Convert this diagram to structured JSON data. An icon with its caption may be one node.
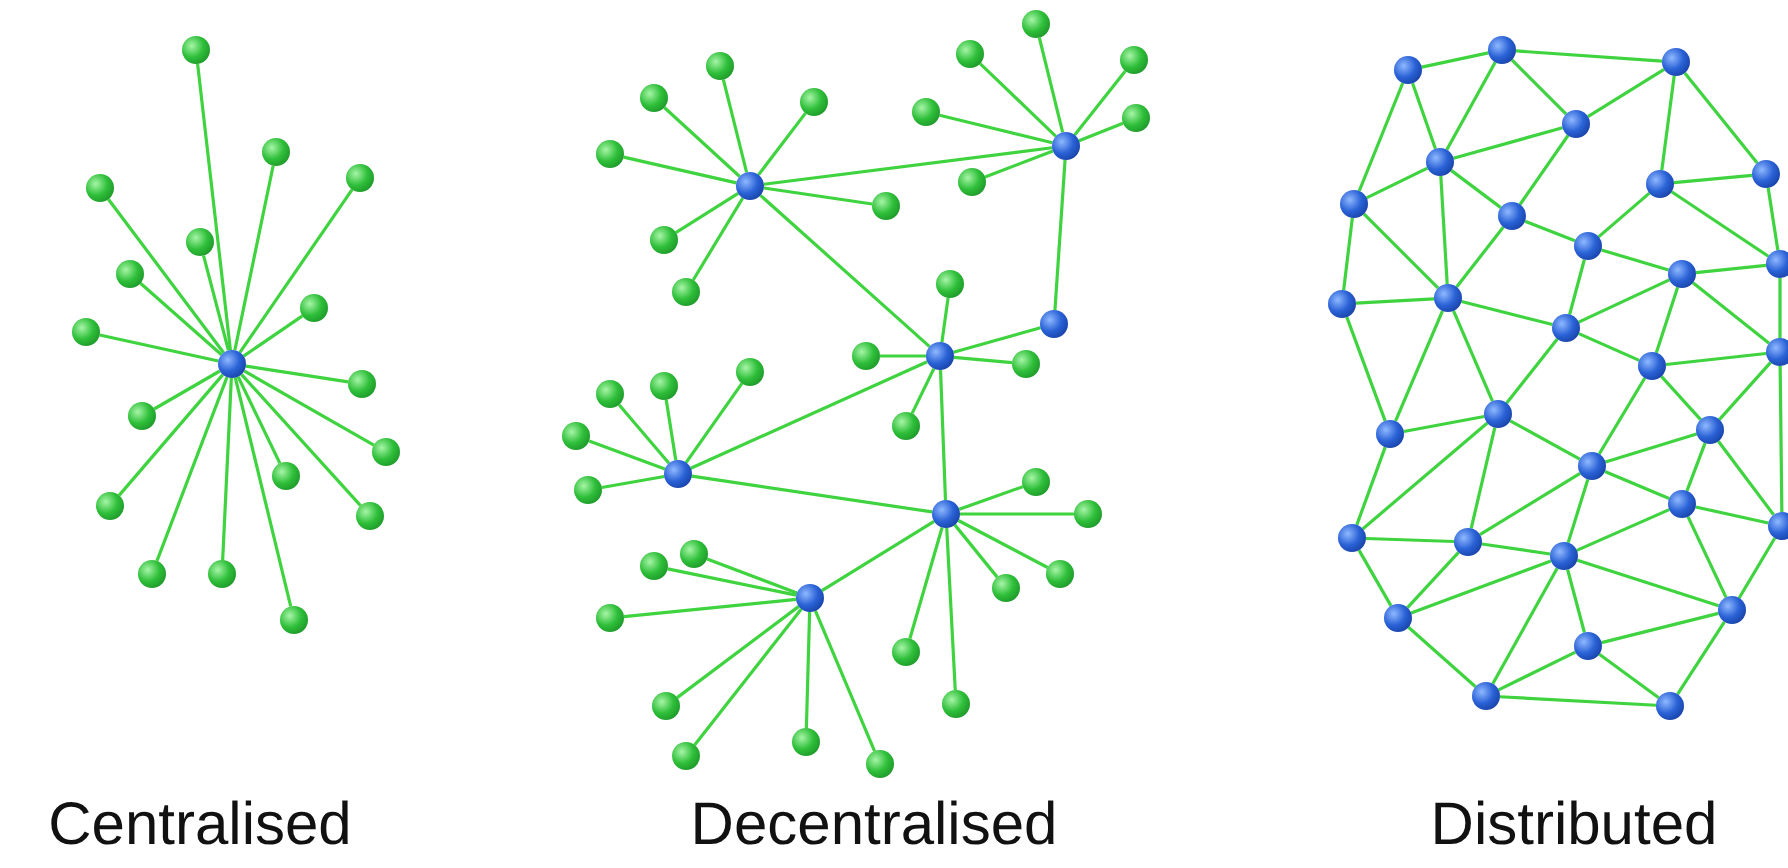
{
  "diagram": {
    "nodes": [
      {
        "text": [],
        "shape": "circle"
      },
      {
        "text": [],
        "shape": "circle"
      },
      {
        "text": [],
        "shape": "circle"
      },
      {
        "text": [],
        "shape": "circle"
      },
      {
        "text": [],
        "shape": "circle"
      },
      {
        "text": [],
        "shape": "circle"
      },
      {
        "text": [],
        "shape": "circle"
      },
      {
        "text": [],
        "shape": "circle"
      },
      {
        "text": [],
        "shape": "circle"
      },
      {
        "text": [],
        "shape": "circle"
      },
      {
        "text": [],
        "shape": "circle"
      },
      {
        "text": [],
        "shape": "circle"
      },
      {
        "text": [],
        "shape": "circle"
      },
      {
        "text": [],
        "shape": "circle"
      },
      {
        "text": [],
        "shape": "circle"
      },
      {
        "text": [],
        "shape": "circle"
      },
      {
        "text": [],
        "shape": "circle"
      },
      {
        "text": [],
        "shape": "circle"
      },
      {
        "text": [],
        "shape": "circle"
      },
      {
        "text": [],
        "shape": "circle"
      },
      {
        "text": [],
        "shape": "circle"
      },
      {
        "text": [],
        "shape": "circle"
      },
      {
        "text": [],
        "shape": "circle"
      },
      {
        "text": [],
        "shape": "circle"
      },
      {
        "text": [],
        "shape": "circle"
      },
      {
        "text": [],
        "shape": "circle"
      },
      {
        "text": [],
        "shape": "circle"
      },
      {
        "text": [],
        "shape": "circle"
      },
      {
        "text": [],
        "shape": "circle"
      },
      {
        "text": [],
        "shape": "circle"
      },
      {
        "text": [],
        "shape": "circle"
      },
      {
        "text": [],
        "shape": "circle"
      },
      {
        "text": [],
        "shape": "circle"
      },
      {
        "text": [],
        "shape": "circle"
      },
      {
        "text": [],
        "shape": "circle"
      },
      {
        "text": [],
        "shape": "circle"
      },
      {
        "text": [],
        "shape": "circle"
      },
      {
        "text": [],
        "shape": "circle"
      },
      {
        "text": [],
        "shape": "circle"
      },
      {
        "text": [],
        "shape": "circle"
      },
      {
        "text": [],
        "shape": "circle"
      },
      {
        "text": [],
        "shape": "circle"
      },
      {
        "text": [],
        "shape": "circle"
      },
      {
        "text": [],
        "shape": "circle"
      },
      {
        "text": [],
        "shape": "circle"
      },
      {
        "text": [],
        "shape": "circle"
      },
      {
        "text": [],
        "shape": "circle"
      },
      {
        "text": [],
        "shape": "circle"
      },
      {
        "text": [],
        "shape": "circle"
      },
      {
        "text": [],
        "shape": "circle"
      },
      {
        "text": [],
        "shape": "circle"
      },
      {
        "text": [],
        "shape": "circle"
      },
      {
        "text": [],
        "shape": "circle"
      },
      {
        "text": [],
        "shape": "circle"
      },
      {
        "text": [],
        "shape": "circle"
      },
      {
        "text": [],
        "shape": "circle"
      },
      {
        "text": [],
        "shape": "circle"
      },
      {
        "text": [],
        "shape": "circle"
      },
      {
        "text": [],
        "shape": "circle"
      },
      {
        "text": [],
        "shape": "circle"
      },
      {
        "text": [],
        "shape": "circle"
      },
      {
        "text": [],
        "shape": "circle"
      },
      {
        "text": [],
        "shape": "circle"
      },
      {
        "text": [],
        "shape": "circle"
      },
      {
        "text": [],
        "shape": "circle"
      },
      {
        "text": [],
        "shape": "circle"
      },
      {
        "text": [],
        "shape": "circle"
      },
      {
        "text": [],
        "shape": "circle"
      },
      {
        "text": [],
        "shape": "circle"
      },
      {
        "text": [],
        "shape": "circle"
      },
      {
        "text": [],
        "shape": "circle"
      },
      {
        "text": [],
        "shape": "circle"
      },
      {
        "text": [],
        "shape": "circle"
      },
      {
        "text": [],
        "shape": "circle"
      },
      {
        "text": [],
        "shape": "circle"
      },
      {
        "text": [],
        "shape": "circle"
      },
      {
        "text": [],
        "shape": "circle"
      },
      {
        "text": [],
        "shape": "circle"
      },
      {
        "text": [],
        "shape": "circle"
      },
      {
        "text": [],
        "shape": "circle"
      },
      {
        "text": [],
        "shape": "circle"
      },
      {
        "text": [],
        "shape": "circle"
      },
      {
        "text": [],
        "shape": "circle"
      },
      {
        "text": [],
        "shape": "circle"
      },
      {
        "text": [],
        "shape": "circle"
      },
      {
        "text": [],
        "shape": "circle"
      },
      {
        "text": [],
        "shape": "circle"
      },
      {
        "text": [],
        "shape": "circle"
      },
      {
        "text": [],
        "shape": "circle"
      },
      {
        "text": [],
        "shape": "circle"
      },
      {
        "text": [],
        "shape": "circle"
      }
    ],
    "edges": [
      {
        "from": 0,
        "to": 1,
        "arrow": "none"
      },
      {
        "from": 0,
        "to": 2,
        "arrow": "none"
      },
      {
        "from": 0,
        "to": 3,
        "arrow": "none"
      },
      {
        "from": 0,
        "to": 4,
        "arrow": "none"
      },
      {
        "from": 0,
        "to": 5,
        "arrow": "none"
      },
      {
        "from": 0,
        "to": 6,
        "arrow": "none"
      },
      {
        "from": 0,
        "to": 7,
        "arrow": "none"
      },
      {
        "from": 0,
        "to": 8,
        "arrow": "none"
      },
      {
        "from": 0,
        "to": 9,
        "arrow": "none"
      },
      {
        "from": 0,
        "to": 10,
        "arrow": "none"
      },
      {
        "from": 0,
        "to": 11,
        "arrow": "none"
      },
      {
        "from": 0,
        "to": 12,
        "arrow": "none"
      },
      {
        "from": 0,
        "to": 13,
        "arrow": "none"
      },
      {
        "from": 0,
        "to": 14,
        "arrow": "none"
      },
      {
        "from": 0,
        "to": 15,
        "arrow": "none"
      },
      {
        "from": 0,
        "to": 16,
        "arrow": "none"
      },
      {
        "from": 0,
        "to": 17,
        "arrow": "none"
      },
      {
        "from": 18,
        "to": 19,
        "arrow": "none"
      },
      {
        "from": 18,
        "to": 20,
        "arrow": "none"
      },
      {
        "from": 18,
        "to": 21,
        "arrow": "none"
      },
      {
        "from": 18,
        "to": 22,
        "arrow": "none"
      },
      {
        "from": 18,
        "to": 23,
        "arrow": "none"
      },
      {
        "from": 18,
        "to": 24,
        "arrow": "none"
      },
      {
        "from": 18,
        "to": 25,
        "arrow": "none"
      },
      {
        "from": 26,
        "to": 27,
        "arrow": "none"
      },
      {
        "from": 26,
        "to": 28,
        "arrow": "none"
      },
      {
        "from": 26,
        "to": 29,
        "arrow": "none"
      },
      {
        "from": 26,
        "to": 30,
        "arrow": "none"
      },
      {
        "from": 26,
        "to": 31,
        "arrow": "none"
      },
      {
        "from": 26,
        "to": 32,
        "arrow": "none"
      },
      {
        "from": 34,
        "to": 35,
        "arrow": "none"
      },
      {
        "from": 34,
        "to": 36,
        "arrow": "none"
      },
      {
        "from": 34,
        "to": 37,
        "arrow": "none"
      },
      {
        "from": 34,
        "to": 38,
        "arrow": "none"
      },
      {
        "from": 39,
        "to": 40,
        "arrow": "none"
      },
      {
        "from": 39,
        "to": 41,
        "arrow": "none"
      },
      {
        "from": 39,
        "to": 42,
        "arrow": "none"
      },
      {
        "from": 39,
        "to": 43,
        "arrow": "none"
      },
      {
        "from": 39,
        "to": 44,
        "arrow": "none"
      },
      {
        "from": 45,
        "to": 46,
        "arrow": "none"
      },
      {
        "from": 45,
        "to": 47,
        "arrow": "none"
      },
      {
        "from": 45,
        "to": 48,
        "arrow": "none"
      },
      {
        "from": 45,
        "to": 49,
        "arrow": "none"
      },
      {
        "from": 45,
        "to": 50,
        "arrow": "none"
      },
      {
        "from": 45,
        "to": 51,
        "arrow": "none"
      },
      {
        "from": 52,
        "to": 53,
        "arrow": "none"
      },
      {
        "from": 52,
        "to": 54,
        "arrow": "none"
      },
      {
        "from": 52,
        "to": 55,
        "arrow": "none"
      },
      {
        "from": 52,
        "to": 56,
        "arrow": "none"
      },
      {
        "from": 52,
        "to": 57,
        "arrow": "none"
      },
      {
        "from": 52,
        "to": 58,
        "arrow": "none"
      },
      {
        "from": 52,
        "to": 59,
        "arrow": "none"
      },
      {
        "from": 18,
        "to": 26,
        "arrow": "none"
      },
      {
        "from": 18,
        "to": 34,
        "arrow": "none"
      },
      {
        "from": 26,
        "to": 33,
        "arrow": "none"
      },
      {
        "from": 33,
        "to": 34,
        "arrow": "none"
      },
      {
        "from": 34,
        "to": 39,
        "arrow": "none"
      },
      {
        "from": 34,
        "to": 45,
        "arrow": "none"
      },
      {
        "from": 39,
        "to": 45,
        "arrow": "none"
      },
      {
        "from": 45,
        "to": 52,
        "arrow": "none"
      },
      {
        "from": 60,
        "to": 61,
        "arrow": "none"
      },
      {
        "from": 61,
        "to": 62,
        "arrow": "none"
      },
      {
        "from": 60,
        "to": 65,
        "arrow": "none"
      },
      {
        "from": 60,
        "to": 64,
        "arrow": "none"
      },
      {
        "from": 61,
        "to": 64,
        "arrow": "none"
      },
      {
        "from": 61,
        "to": 63,
        "arrow": "none"
      },
      {
        "from": 62,
        "to": 63,
        "arrow": "none"
      },
      {
        "from": 62,
        "to": 67,
        "arrow": "none"
      },
      {
        "from": 62,
        "to": 68,
        "arrow": "none"
      },
      {
        "from": 67,
        "to": 68,
        "arrow": "none"
      },
      {
        "from": 63,
        "to": 64,
        "arrow": "none"
      },
      {
        "from": 63,
        "to": 66,
        "arrow": "none"
      },
      {
        "from": 64,
        "to": 65,
        "arrow": "none"
      },
      {
        "from": 64,
        "to": 66,
        "arrow": "none"
      },
      {
        "from": 64,
        "to": 71,
        "arrow": "none"
      },
      {
        "from": 65,
        "to": 71,
        "arrow": "none"
      },
      {
        "from": 65,
        "to": 70,
        "arrow": "none"
      },
      {
        "from": 70,
        "to": 71,
        "arrow": "none"
      },
      {
        "from": 66,
        "to": 69,
        "arrow": "none"
      },
      {
        "from": 66,
        "to": 71,
        "arrow": "none"
      },
      {
        "from": 67,
        "to": 69,
        "arrow": "none"
      },
      {
        "from": 67,
        "to": 73,
        "arrow": "none"
      },
      {
        "from": 68,
        "to": 73,
        "arrow": "none"
      },
      {
        "from": 69,
        "to": 72,
        "arrow": "none"
      },
      {
        "from": 69,
        "to": 74,
        "arrow": "none"
      },
      {
        "from": 71,
        "to": 74,
        "arrow": "none"
      },
      {
        "from": 71,
        "to": 77,
        "arrow": "none"
      },
      {
        "from": 71,
        "to": 78,
        "arrow": "none"
      },
      {
        "from": 70,
        "to": 77,
        "arrow": "none"
      },
      {
        "from": 72,
        "to": 73,
        "arrow": "none"
      },
      {
        "from": 72,
        "to": 74,
        "arrow": "none"
      },
      {
        "from": 72,
        "to": 75,
        "arrow": "none"
      },
      {
        "from": 72,
        "to": 76,
        "arrow": "none"
      },
      {
        "from": 74,
        "to": 75,
        "arrow": "none"
      },
      {
        "from": 74,
        "to": 78,
        "arrow": "none"
      },
      {
        "from": 75,
        "to": 76,
        "arrow": "none"
      },
      {
        "from": 75,
        "to": 79,
        "arrow": "none"
      },
      {
        "from": 75,
        "to": 80,
        "arrow": "none"
      },
      {
        "from": 76,
        "to": 79,
        "arrow": "none"
      },
      {
        "from": 76,
        "to": 82,
        "arrow": "none"
      },
      {
        "from": 77,
        "to": 78,
        "arrow": "none"
      },
      {
        "from": 77,
        "to": 83,
        "arrow": "none"
      },
      {
        "from": 78,
        "to": 80,
        "arrow": "none"
      },
      {
        "from": 78,
        "to": 84,
        "arrow": "none"
      },
      {
        "from": 78,
        "to": 83,
        "arrow": "none"
      },
      {
        "from": 79,
        "to": 80,
        "arrow": "none"
      },
      {
        "from": 79,
        "to": 81,
        "arrow": "none"
      },
      {
        "from": 79,
        "to": 82,
        "arrow": "none"
      },
      {
        "from": 80,
        "to": 81,
        "arrow": "none"
      },
      {
        "from": 80,
        "to": 84,
        "arrow": "none"
      },
      {
        "from": 80,
        "to": 85,
        "arrow": "none"
      },
      {
        "from": 81,
        "to": 82,
        "arrow": "none"
      },
      {
        "from": 81,
        "to": 85,
        "arrow": "none"
      },
      {
        "from": 81,
        "to": 87,
        "arrow": "none"
      },
      {
        "from": 82,
        "to": 87,
        "arrow": "none"
      },
      {
        "from": 83,
        "to": 84,
        "arrow": "none"
      },
      {
        "from": 83,
        "to": 86,
        "arrow": "none"
      },
      {
        "from": 84,
        "to": 85,
        "arrow": "none"
      },
      {
        "from": 84,
        "to": 86,
        "arrow": "none"
      },
      {
        "from": 85,
        "to": 86,
        "arrow": "none"
      },
      {
        "from": 85,
        "to": 88,
        "arrow": "none"
      },
      {
        "from": 85,
        "to": 89,
        "arrow": "none"
      },
      {
        "from": 85,
        "to": 87,
        "arrow": "none"
      },
      {
        "from": 86,
        "to": 89,
        "arrow": "none"
      },
      {
        "from": 88,
        "to": 87,
        "arrow": "none"
      },
      {
        "from": 88,
        "to": 89,
        "arrow": "none"
      },
      {
        "from": 88,
        "to": 90,
        "arrow": "none"
      },
      {
        "from": 89,
        "to": 90,
        "arrow": "none"
      },
      {
        "from": 87,
        "to": 90,
        "arrow": "none"
      },
      {
        "from": 73,
        "to": 76,
        "arrow": "none"
      }
    ],
    "labels": [
      "Centralised",
      "Decentralised",
      "Distributed"
    ]
  }
}
